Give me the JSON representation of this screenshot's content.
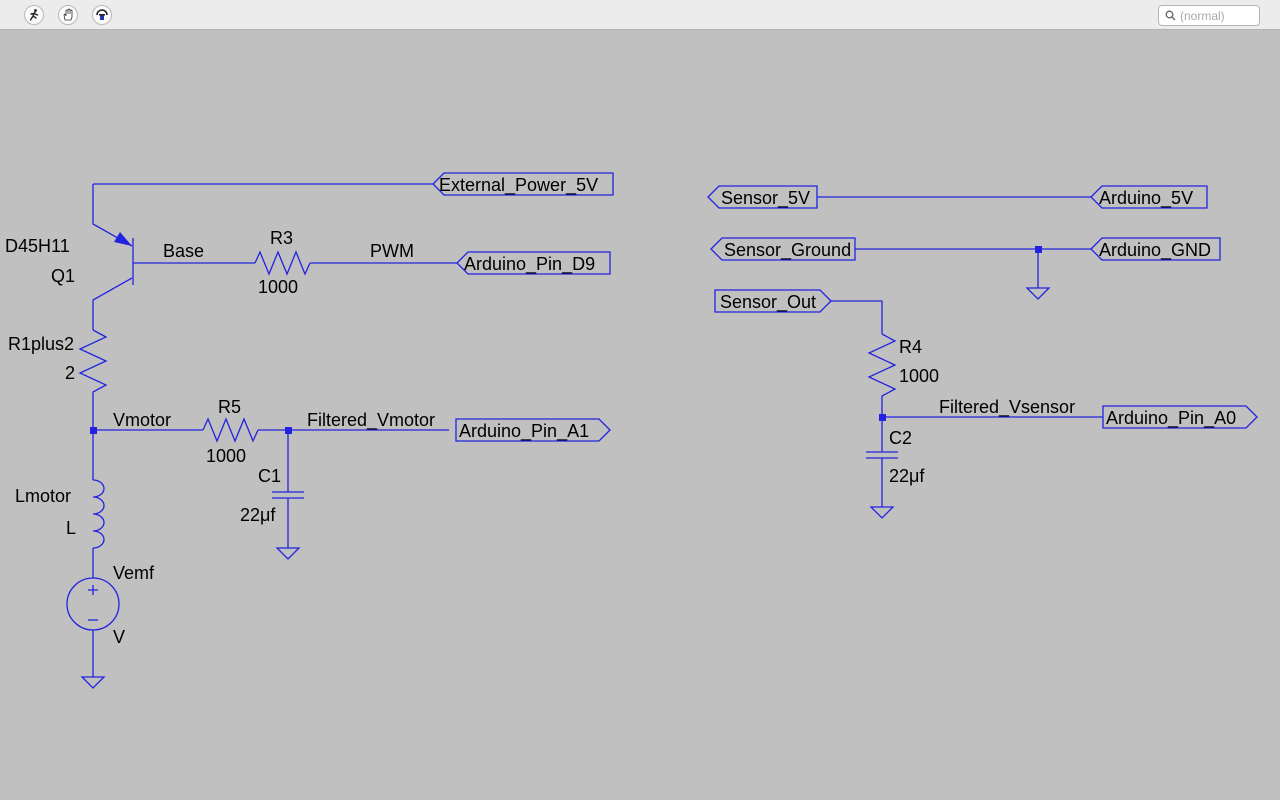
{
  "toolbar": {
    "search": {
      "placeholder": "(normal)"
    }
  },
  "schematic": {
    "ports": {
      "external_power_5v": "External_Power_5V",
      "arduino_pin_d9": "Arduino_Pin_D9",
      "arduino_pin_a1": "Arduino_Pin_A1",
      "sensor_5v": "Sensor_5V",
      "arduino_5v": "Arduino_5V",
      "sensor_ground": "Sensor_Ground",
      "arduino_gnd": "Arduino_GND",
      "sensor_out": "Sensor_Out",
      "arduino_pin_a0": "Arduino_Pin_A0"
    },
    "components": {
      "q1": {
        "model": "D45H11",
        "name": "Q1"
      },
      "r3": {
        "name": "R3",
        "value": "1000"
      },
      "r1plus2": {
        "name": "R1plus2",
        "value": "2"
      },
      "r5": {
        "name": "R5",
        "value": "1000"
      },
      "c1": {
        "name": "C1",
        "value": "22μf"
      },
      "lmotor": {
        "name": "Lmotor",
        "value": "L"
      },
      "vemf": {
        "name": "Vemf",
        "value": "V"
      },
      "r4": {
        "name": "R4",
        "value": "1000"
      },
      "c2": {
        "name": "C2",
        "value": "22μf"
      }
    },
    "nets": {
      "base": "Base",
      "pwm": "PWM",
      "vmotor": "Vmotor",
      "filtered_vmotor": "Filtered_Vmotor",
      "filtered_vsensor": "Filtered_Vsensor"
    },
    "colors": {
      "wire": "#2222e0",
      "background": "#c0c0c0",
      "text": "#000000"
    }
  }
}
